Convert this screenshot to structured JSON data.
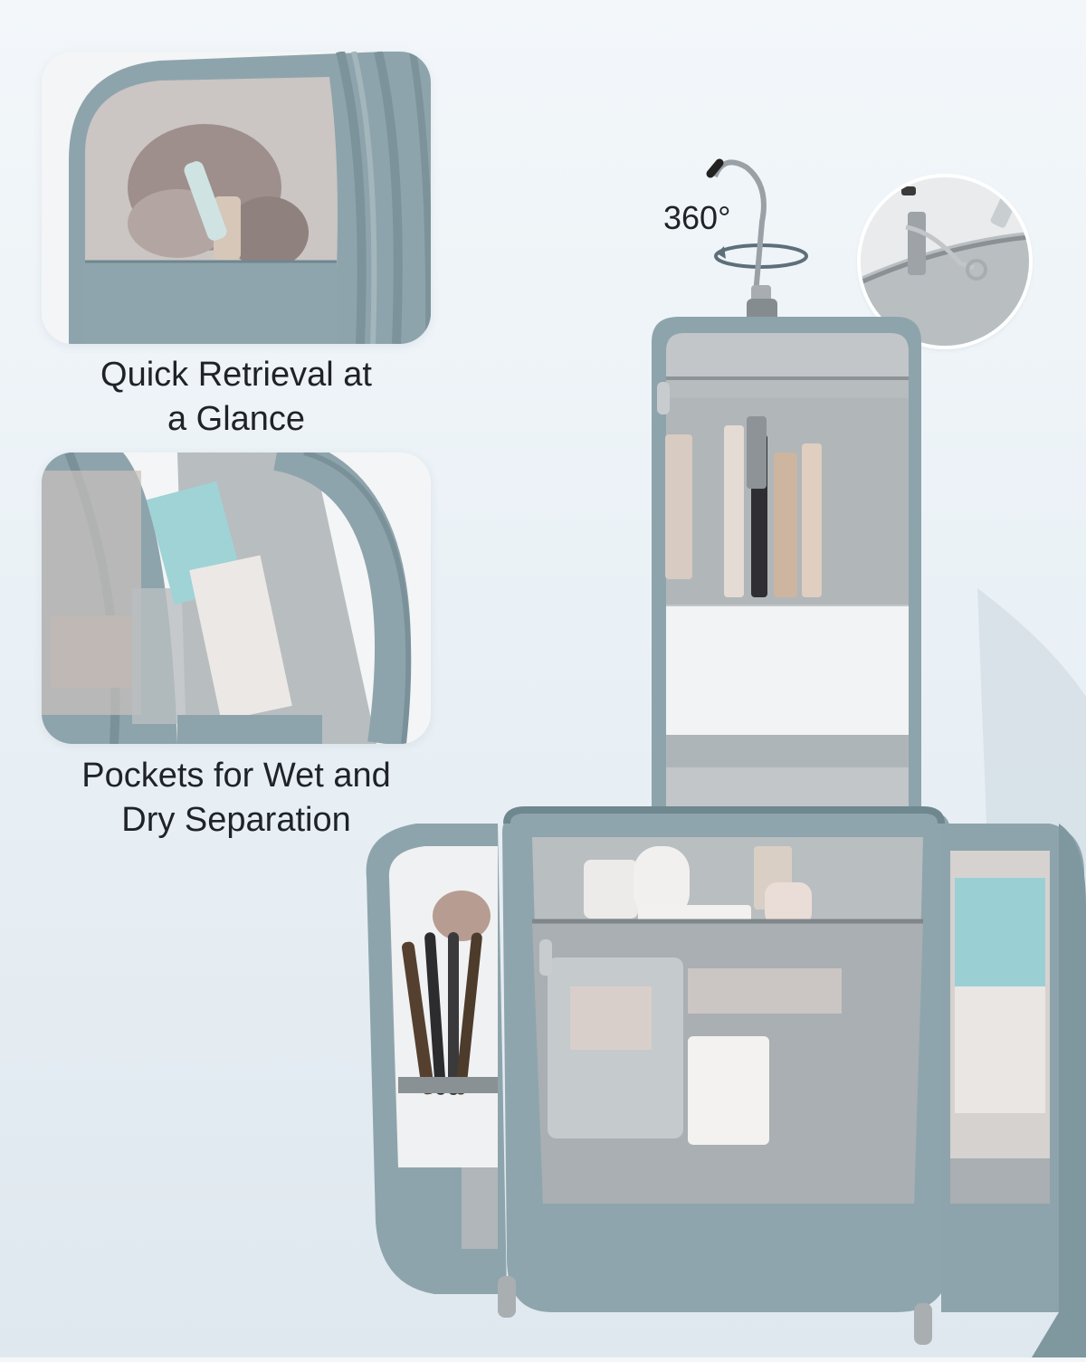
{
  "features": [
    {
      "caption_lines": [
        "Quick Retrieval at",
        "a Glance"
      ]
    },
    {
      "caption_lines": [
        "Pockets for Wet and",
        "Dry Separation"
      ]
    }
  ],
  "hook": {
    "rotation_label": "360°"
  },
  "colors": {
    "bag_teal": "#8fa5ad",
    "bag_teal_dark": "#6f878f",
    "lining_gray": "#b7bcbf",
    "mesh_gray": "#c9cdcf",
    "background": "#eaf1f6"
  }
}
